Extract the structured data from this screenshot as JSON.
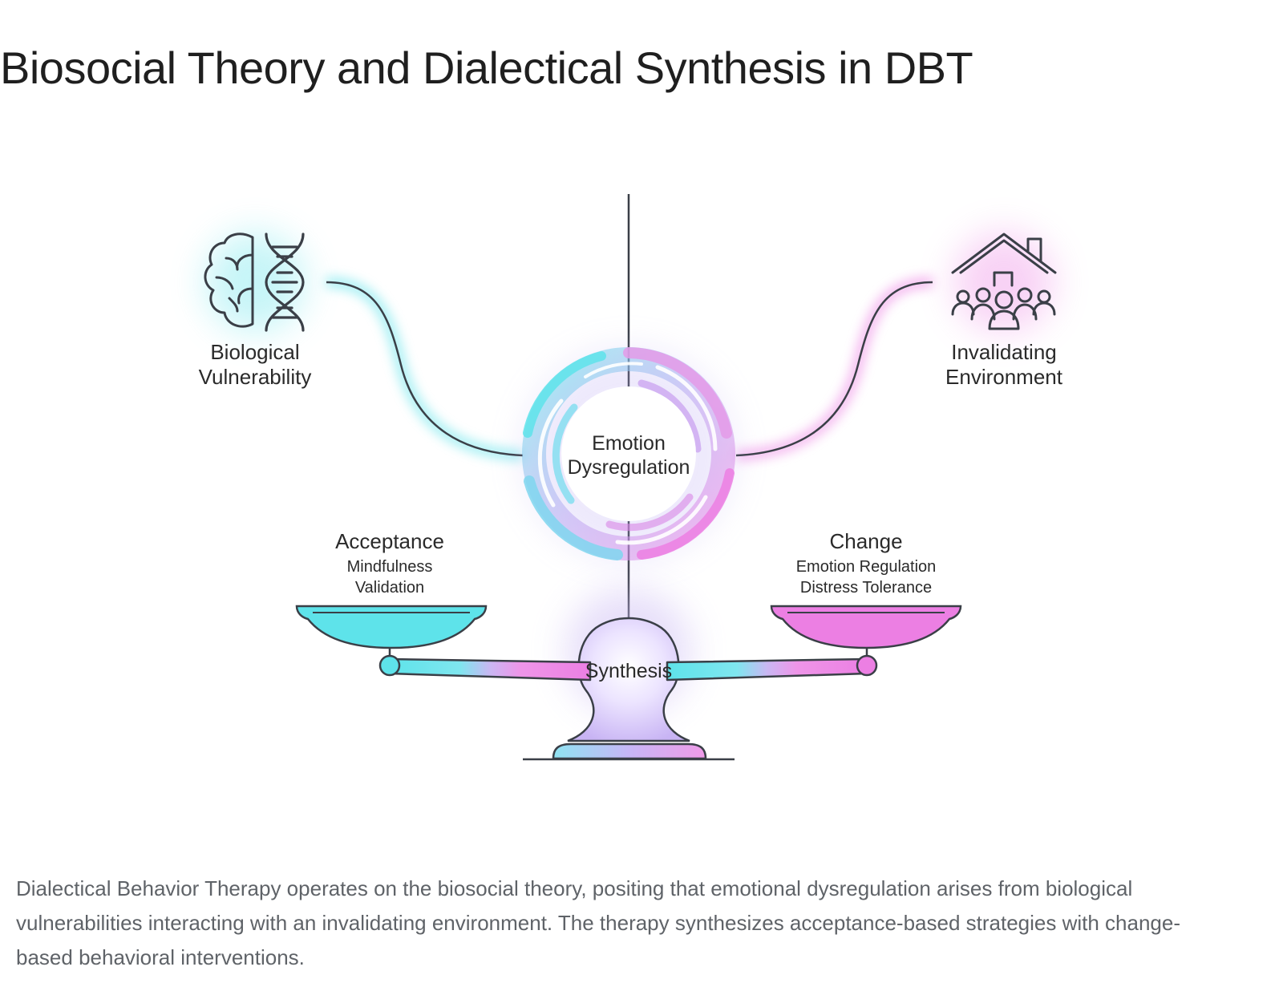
{
  "page": {
    "title": "Biosocial Theory and Dialectical Synthesis in DBT",
    "caption": "Dialectical Behavior Therapy operates on the biosocial theory, positing that emotional dysregulation arises from biological vulnerabilities interacting with an invalidating environment. The therapy synthesizes acceptance-based strategies with change-based behavioral interventions."
  },
  "diagram": {
    "left_node": {
      "icon": "brain-dna-icon",
      "line1": "Biological",
      "line2": "Vulnerability"
    },
    "right_node": {
      "icon": "house-family-icon",
      "line1": "Invalidating",
      "line2": "Environment"
    },
    "center_node": {
      "icon": "swirl-vortex-icon",
      "line1": "Emotion",
      "line2": "Dysregulation"
    },
    "scale": {
      "icon": "balance-scale-icon",
      "center_label": "Synthesis",
      "left_pan": {
        "heading": "Acceptance",
        "items": [
          "Mindfulness",
          "Validation"
        ]
      },
      "right_pan": {
        "heading": "Change",
        "items": [
          "Emotion Regulation",
          "Distress Tolerance"
        ]
      }
    },
    "colors": {
      "cyan": "#5ee3ea",
      "magenta": "#ec7fe3",
      "lavender": "#c9b7f3",
      "stroke": "#3a3f47"
    }
  }
}
